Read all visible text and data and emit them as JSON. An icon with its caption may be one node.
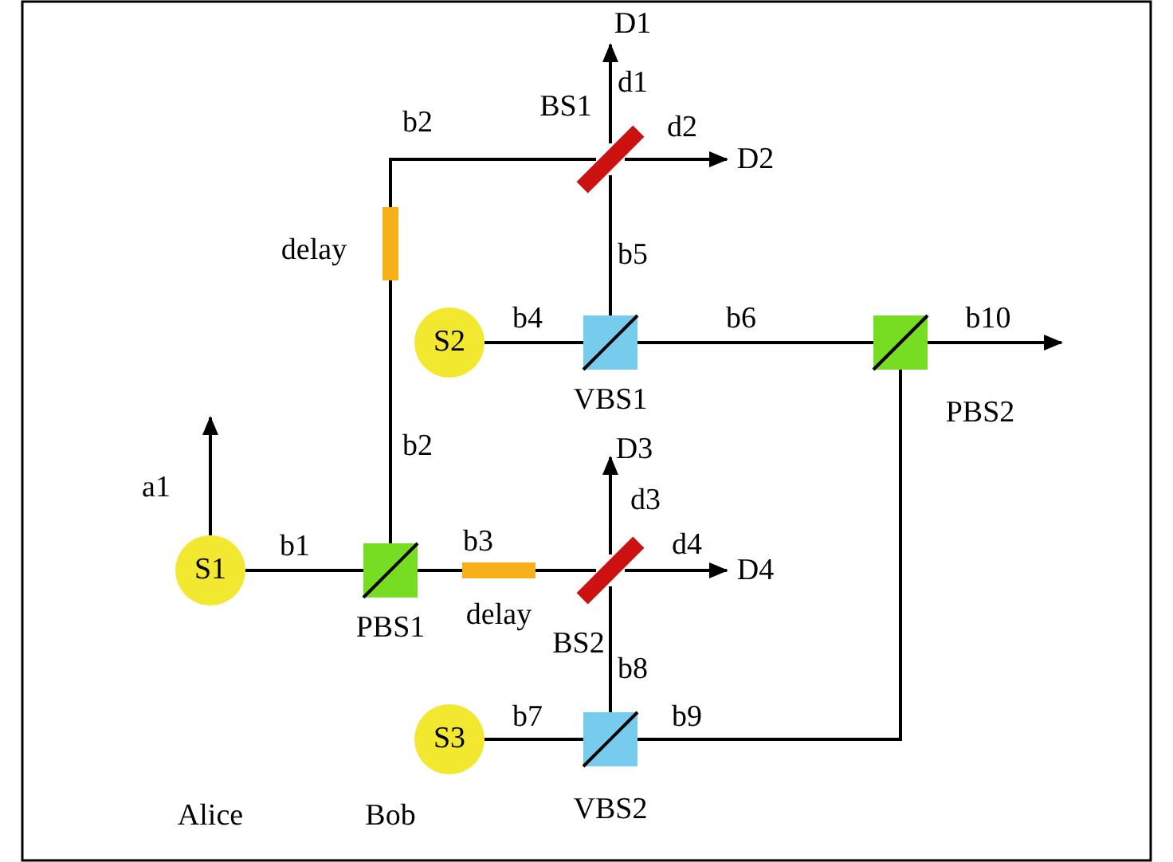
{
  "diagram": {
    "nodes": [
      {
        "text": [
          "S1"
        ]
      },
      {
        "text": [
          "S2"
        ]
      },
      {
        "text": [
          "S3"
        ]
      },
      {
        "text": [
          "PBS1"
        ]
      },
      {
        "text": [
          "PBS2"
        ]
      },
      {
        "text": [
          "VBS1"
        ]
      },
      {
        "text": [
          "VBS2"
        ]
      },
      {
        "text": [
          "BS1"
        ]
      },
      {
        "text": [
          "BS2"
        ]
      },
      {
        "text": [
          "delay"
        ]
      },
      {
        "text": [
          "delay"
        ]
      },
      {
        "text": [
          "D1"
        ]
      },
      {
        "text": [
          "D2"
        ]
      },
      {
        "text": [
          "D3"
        ]
      },
      {
        "text": [
          "D4"
        ]
      }
    ],
    "edges": [
      {
        "from": 0,
        "to": null,
        "arrow": "to",
        "label": "a1"
      },
      {
        "from": 0,
        "to": 3,
        "arrow": "none",
        "label": "b1"
      },
      {
        "from": 3,
        "to": 9,
        "arrow": "none",
        "label": "b2"
      },
      {
        "from": 9,
        "to": 7,
        "arrow": "none",
        "label": "b2"
      },
      {
        "from": 3,
        "to": 10,
        "arrow": "none",
        "label": "b3"
      },
      {
        "from": 10,
        "to": 8,
        "arrow": "none"
      },
      {
        "from": 7,
        "to": 11,
        "arrow": "to",
        "label": "d1"
      },
      {
        "from": 7,
        "to": 12,
        "arrow": "to",
        "label": "d2"
      },
      {
        "from": 1,
        "to": 5,
        "arrow": "none",
        "label": "b4"
      },
      {
        "from": 5,
        "to": 7,
        "arrow": "none",
        "label": "b5"
      },
      {
        "from": 5,
        "to": 4,
        "arrow": "none",
        "label": "b6"
      },
      {
        "from": 4,
        "to": null,
        "arrow": "to",
        "label": "b10"
      },
      {
        "from": 8,
        "to": 13,
        "arrow": "to",
        "label": "d3"
      },
      {
        "from": 8,
        "to": 14,
        "arrow": "to",
        "label": "d4"
      },
      {
        "from": 2,
        "to": 6,
        "arrow": "none",
        "label": "b7"
      },
      {
        "from": 6,
        "to": 8,
        "arrow": "none",
        "label": "b8"
      },
      {
        "from": 6,
        "to": 4,
        "arrow": "none",
        "label": "b9"
      }
    ],
    "labels": [
      "Alice",
      "Bob"
    ]
  }
}
